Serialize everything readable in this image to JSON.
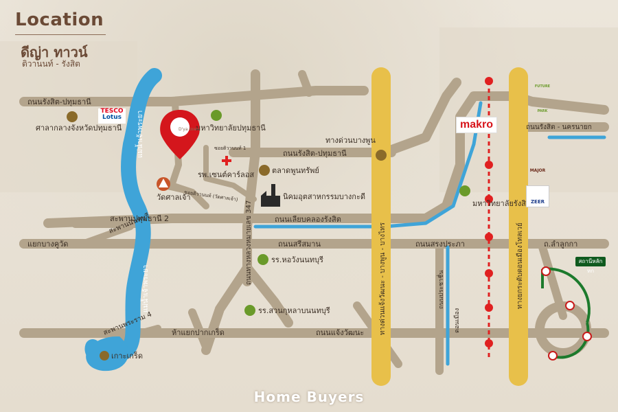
{
  "header": {
    "title": "Location",
    "project_name": "ดีญ่า ทาวน์",
    "project_area": "ติวานนท์ - รังสิต"
  },
  "footer": {
    "brand": "Home Buyers"
  },
  "colors": {
    "road": "#b3a48c",
    "river": "#3fa4d8",
    "canal": "#3fa4d8",
    "expressway": "#e8c04a",
    "rail": "#e02020",
    "marker": "#d4161c",
    "poi_green": "#6a9a2a",
    "poi_brown": "#8a6a2a",
    "label_text": "#3a2e24"
  },
  "roads": {
    "rangsit_pathum_top": "ถนนรังสิต-ปทุมธานี",
    "rangsit_pathum_mid": "ถนนรังสิต-ปทุมธานี",
    "rangsit_nakhon_nayok": "ถนนรังสิต - นครนายก",
    "pathum_bridge_2": "สะพานปทุมธานี 2",
    "liap_khlong_rangsit": "ถนนเลียบคลองรังสิต",
    "bang_khu_wat": "แยกบางคูวัด",
    "nonthaburi_bridge": "สะพานนนทบุรี",
    "sri_samarn": "ถนนสรีสมาน",
    "songprapa": "ถนนสรงประภา",
    "lam_luk_ka": "ถ.ลำลูกกา",
    "highway_347": "ถนนทางหลวงหมายเลข 347",
    "chaeng_watthana_road": "ถนนแจ้งวัฒนะ",
    "pak_kret_junction": "ห้าแยกปากเกร็ด",
    "phra_ram_4_bridge": "สะพานพระราม 4",
    "prachachuen": "ถนนประชาชื่น",
    "don_mueang": "ดอนเมือง",
    "chaeng_watthana_expressway": "ทางด่วนแจ้งวัฒนะ - บางพูน - บางไทร",
    "bang_phun_expressway": "ทางด่วนบางพูน",
    "don_mueang_tollway": "ทางยกระดับดอนเมืองโทลเวย์",
    "chao_phraya_upper": "แม่น้ำเจ้าพระยา",
    "chao_phraya_lower": "แม่น้ำเจ้าพระยา",
    "soi_tiwanon_1": "ซอยติวานนท์ 1",
    "soi_tiwanon_2": "ซอยติวานนท์ (วัดศาลเจ้า)"
  },
  "places": {
    "provincial_hall": "ศาลากลางจังหวัดปทุมธานี",
    "pathumthani_univ": "มหาวิทยาลัยปทุมธานี",
    "st_carlos_hospital": "รพ.เซนต์คาร์ลอส",
    "pornsap_market": "ตลาดพูนทรัพย์",
    "wat_sala_chao": "วัดศาลเจ้า",
    "industrial_estate": "นิคมอุตสาหกรรมบางกะดี",
    "rangsit_univ": "มหาวิทยาลัยรังสิต",
    "horwang_school": "รร.หอวังนนทบุรี",
    "suankularb_school": "รร.สวนกุหลาบนนทบุรี",
    "koh_kret": "เกาะเกร็ด",
    "lak_hok_station": "สถานีหลักหก"
  },
  "logos": {
    "tesco_line1": "TESCO",
    "tesco_line2": "Lotus",
    "makro": "makro",
    "future_park": "FUTURE PARK",
    "major": "MAJOR",
    "zeer": "ZEER",
    "marker_logo": "D'ya town"
  },
  "icons": {
    "marker": "map-pin-icon",
    "hospital": "red-cross-icon",
    "temple": "triangle-icon",
    "factory": "factory-icon",
    "poi": "circle-dot-icon",
    "train": "train-icon"
  }
}
